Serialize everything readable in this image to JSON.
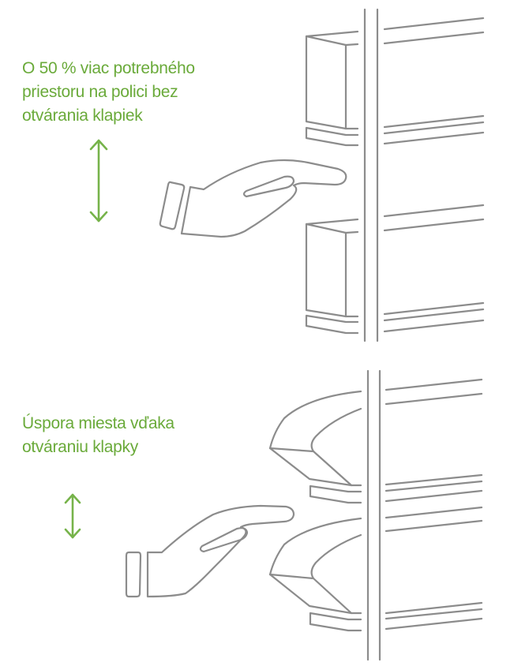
{
  "panels": [
    {
      "id": "top",
      "caption_lines": [
        "O 50 % viac potrebného",
        "priestoru na polici bez",
        "otvárania klapiek"
      ],
      "icon": "double-arrow-vertical-icon",
      "illustration": "hand-reaching-between-closed-flap-shelves"
    },
    {
      "id": "bottom",
      "caption_lines": [
        "Úspora miesta vďaka",
        "otváraniu klapky"
      ],
      "icon": "double-arrow-vertical-icon",
      "illustration": "hand-reaching-between-open-flap-shelves"
    }
  ],
  "colors": {
    "caption": "#6aaa3a",
    "arrow": "#76b34a",
    "line_art": "#8c8c8c",
    "background": "#ffffff"
  }
}
